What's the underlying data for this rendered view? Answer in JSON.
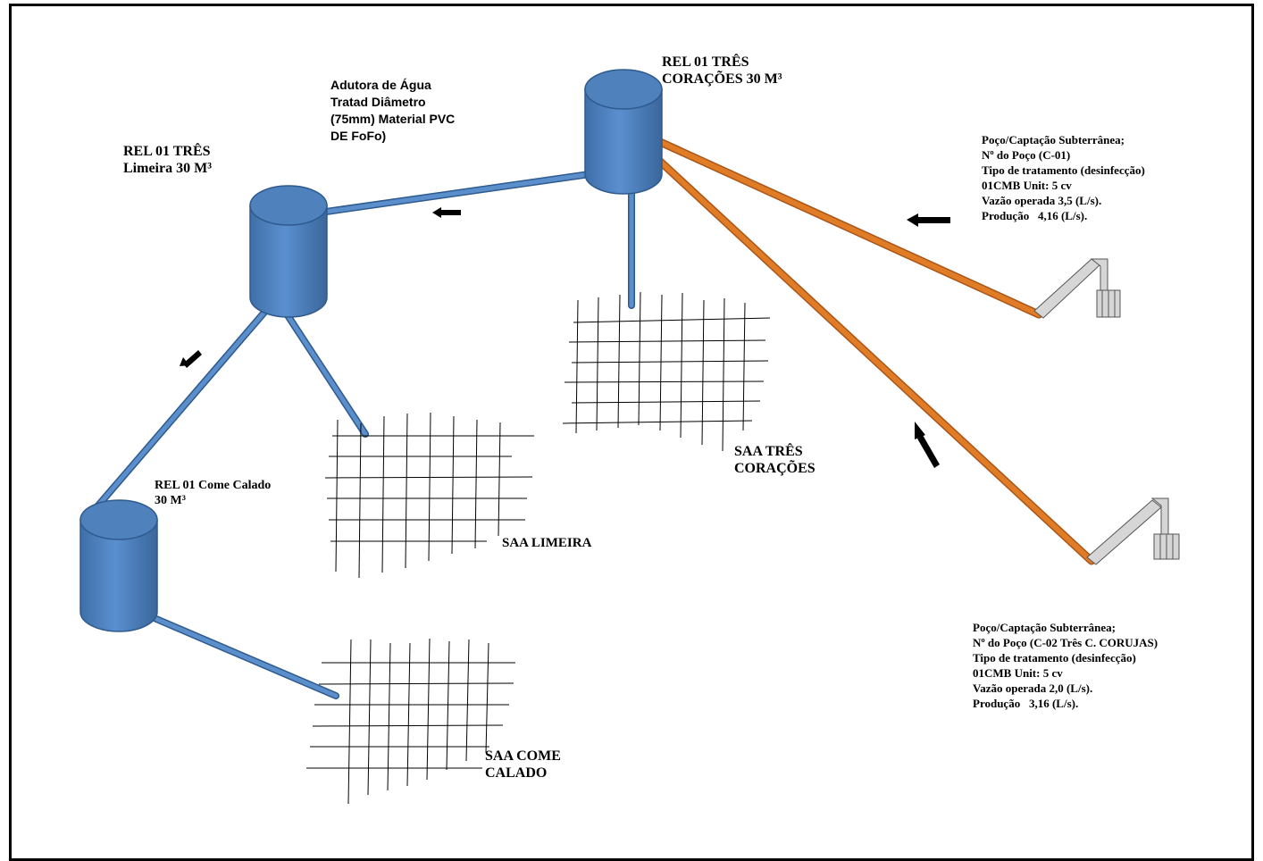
{
  "colors": {
    "tank": "#4f81bd",
    "tank_edge": "#3a6697",
    "blue_pipe": "#4f81bd",
    "orange_pipe": "#e07b26",
    "grid": "#000000",
    "well": "#c8c8c8"
  },
  "tanks": {
    "tres_coracoes": [
      "REL 01 TRÊS",
      "CORAÇÕES 30 M³"
    ],
    "limeira": [
      "REL 01 TRÊS",
      "Limeira 30 M³"
    ],
    "come_calado": [
      "REL 01 Come Calado",
      "30 M³"
    ]
  },
  "pipeline_label": [
    "Adutora de Água",
    "Tratad Diâmetro",
    "(75mm) Material PVC",
    "DE FoFo)"
  ],
  "networks": {
    "tres_coracoes": [
      "SAA TRÊS",
      "CORAÇÕES"
    ],
    "limeira": [
      "SAA LIMEIRA"
    ],
    "come_calado": [
      "SAA COME",
      "CALADO"
    ]
  },
  "wells": {
    "c01": [
      "Poço/Captação Subterrânea;",
      "Nº do Poço (C-01)",
      "Tipo de tratamento (desinfecção)",
      "01CMB Unit: 5 cv",
      "Vazão operada 3,5 (L/s).",
      "Produção   4,16 (L/s)."
    ],
    "c02": [
      "Poço/Captação Subterrânea;",
      "Nº do Poço (C-02 Três C. CORUJAS)",
      "Tipo de tratamento (desinfecção)",
      "01CMB Unit: 5 cv",
      "Vazão operada 2,0 (L/s).",
      "Produção   3,16 (L/s)."
    ]
  }
}
